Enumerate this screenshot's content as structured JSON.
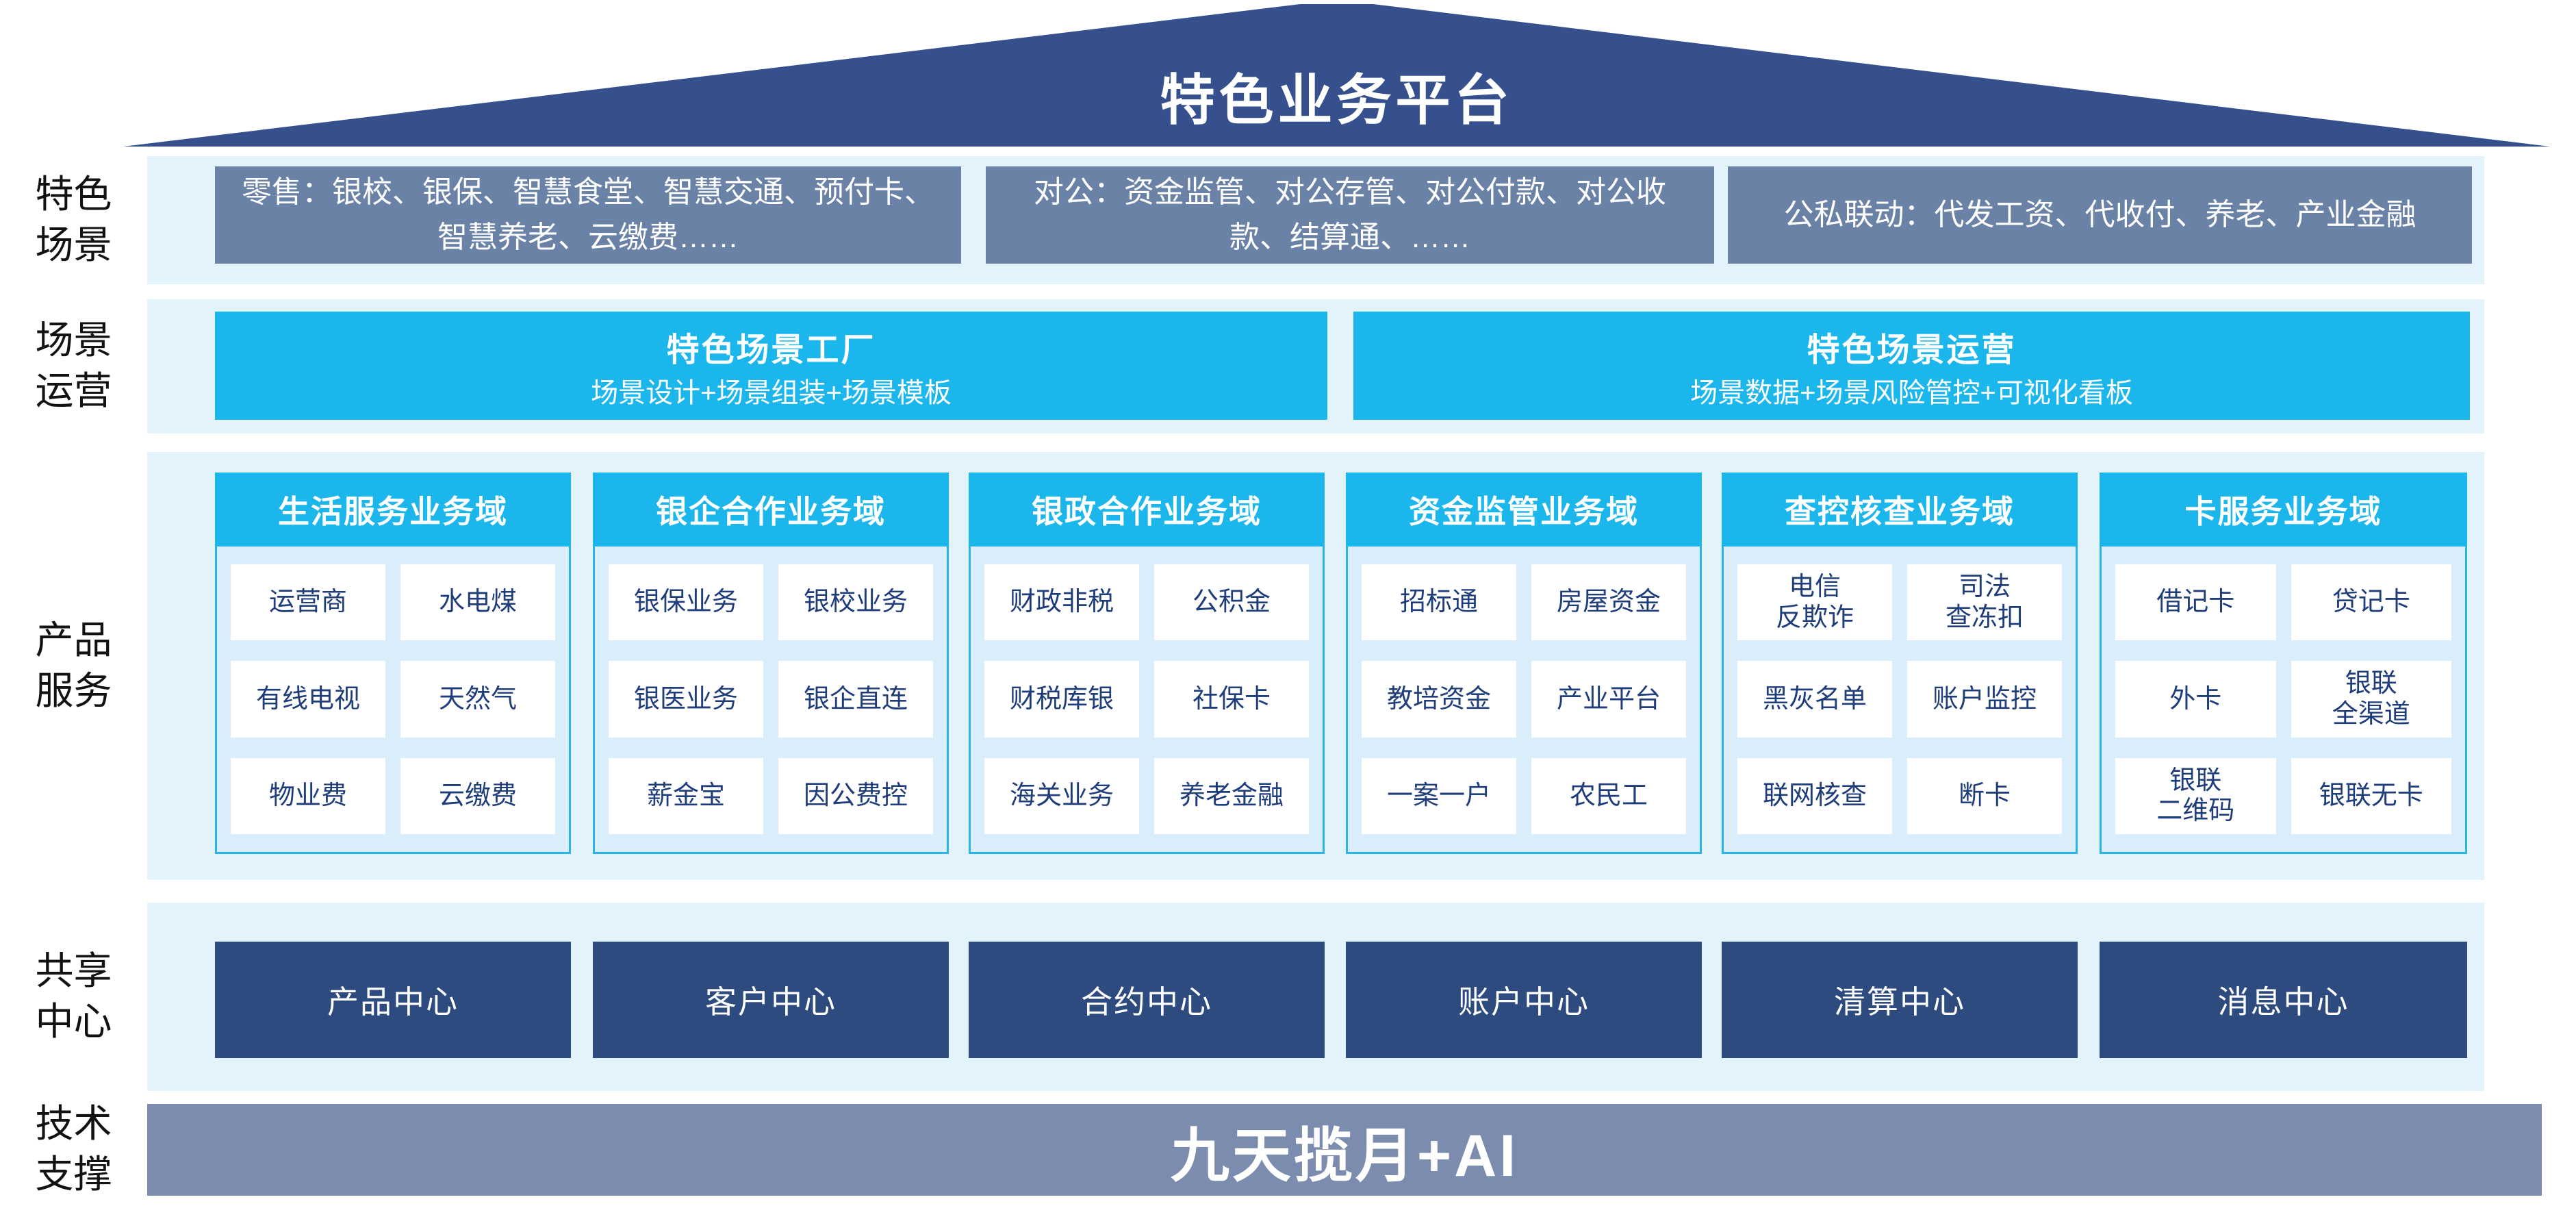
{
  "title": "特色业务平台",
  "left_labels": [
    "特色\n场景",
    "场景\n运营",
    "产品\n服务",
    "共享\n中心",
    "技术\n支撑"
  ],
  "scene": {
    "boxes": [
      "零售：银校、银保、智慧食堂、智慧交通、预付卡、智慧养老、云缴费……",
      "对公：资金监管、对公存管、对公付款、对公收款、结算通、……",
      "公私联动：代发工资、代收付、养老、产业金融"
    ]
  },
  "operation": [
    {
      "title": "特色场景工厂",
      "subtitle": "场景设计+场景组装+场景模板"
    },
    {
      "title": "特色场景运营",
      "subtitle": "场景数据+场景风险管控+可视化看板"
    }
  ],
  "products": [
    {
      "header": "生活服务业务域",
      "cells": [
        "运营商",
        "水电煤",
        "有线电视",
        "天然气",
        "物业费",
        "云缴费"
      ]
    },
    {
      "header": "银企合作业务域",
      "cells": [
        "银保业务",
        "银校业务",
        "银医业务",
        "银企直连",
        "薪金宝",
        "因公费控"
      ]
    },
    {
      "header": "银政合作业务域",
      "cells": [
        "财政非税",
        "公积金",
        "财税库银",
        "社保卡",
        "海关业务",
        "养老金融"
      ]
    },
    {
      "header": "资金监管业务域",
      "cells": [
        "招标通",
        "房屋资金",
        "教培资金",
        "产业平台",
        "一案一户",
        "农民工"
      ]
    },
    {
      "header": "查控核查业务域",
      "cells": [
        "电信\n反欺诈",
        "司法\n查冻扣",
        "黑灰名单",
        "账户监控",
        "联网核查",
        "断卡"
      ]
    },
    {
      "header": "卡服务业务域",
      "cells": [
        "借记卡",
        "贷记卡",
        "外卡",
        "银联\n全渠道",
        "银联\n二维码",
        "银联无卡"
      ]
    }
  ],
  "share": [
    "产品中心",
    "客户中心",
    "合约中心",
    "账户中心",
    "清算中心",
    "消息中心"
  ],
  "tech": {
    "label": "九天揽月+AI"
  },
  "colors": {
    "roof_navy": "#35508C",
    "center_navy": "#2E4B7F",
    "steel_blue": "#6B82A7",
    "steel_light": "#7B8CAE",
    "cyan": "#1BB6EB",
    "cyan_border": "#2AB4E7",
    "panel_light_blue": "#E2F3FC",
    "column_body_blue": "#D9EEFA",
    "cell_text_navy": "#1E3D7A"
  }
}
